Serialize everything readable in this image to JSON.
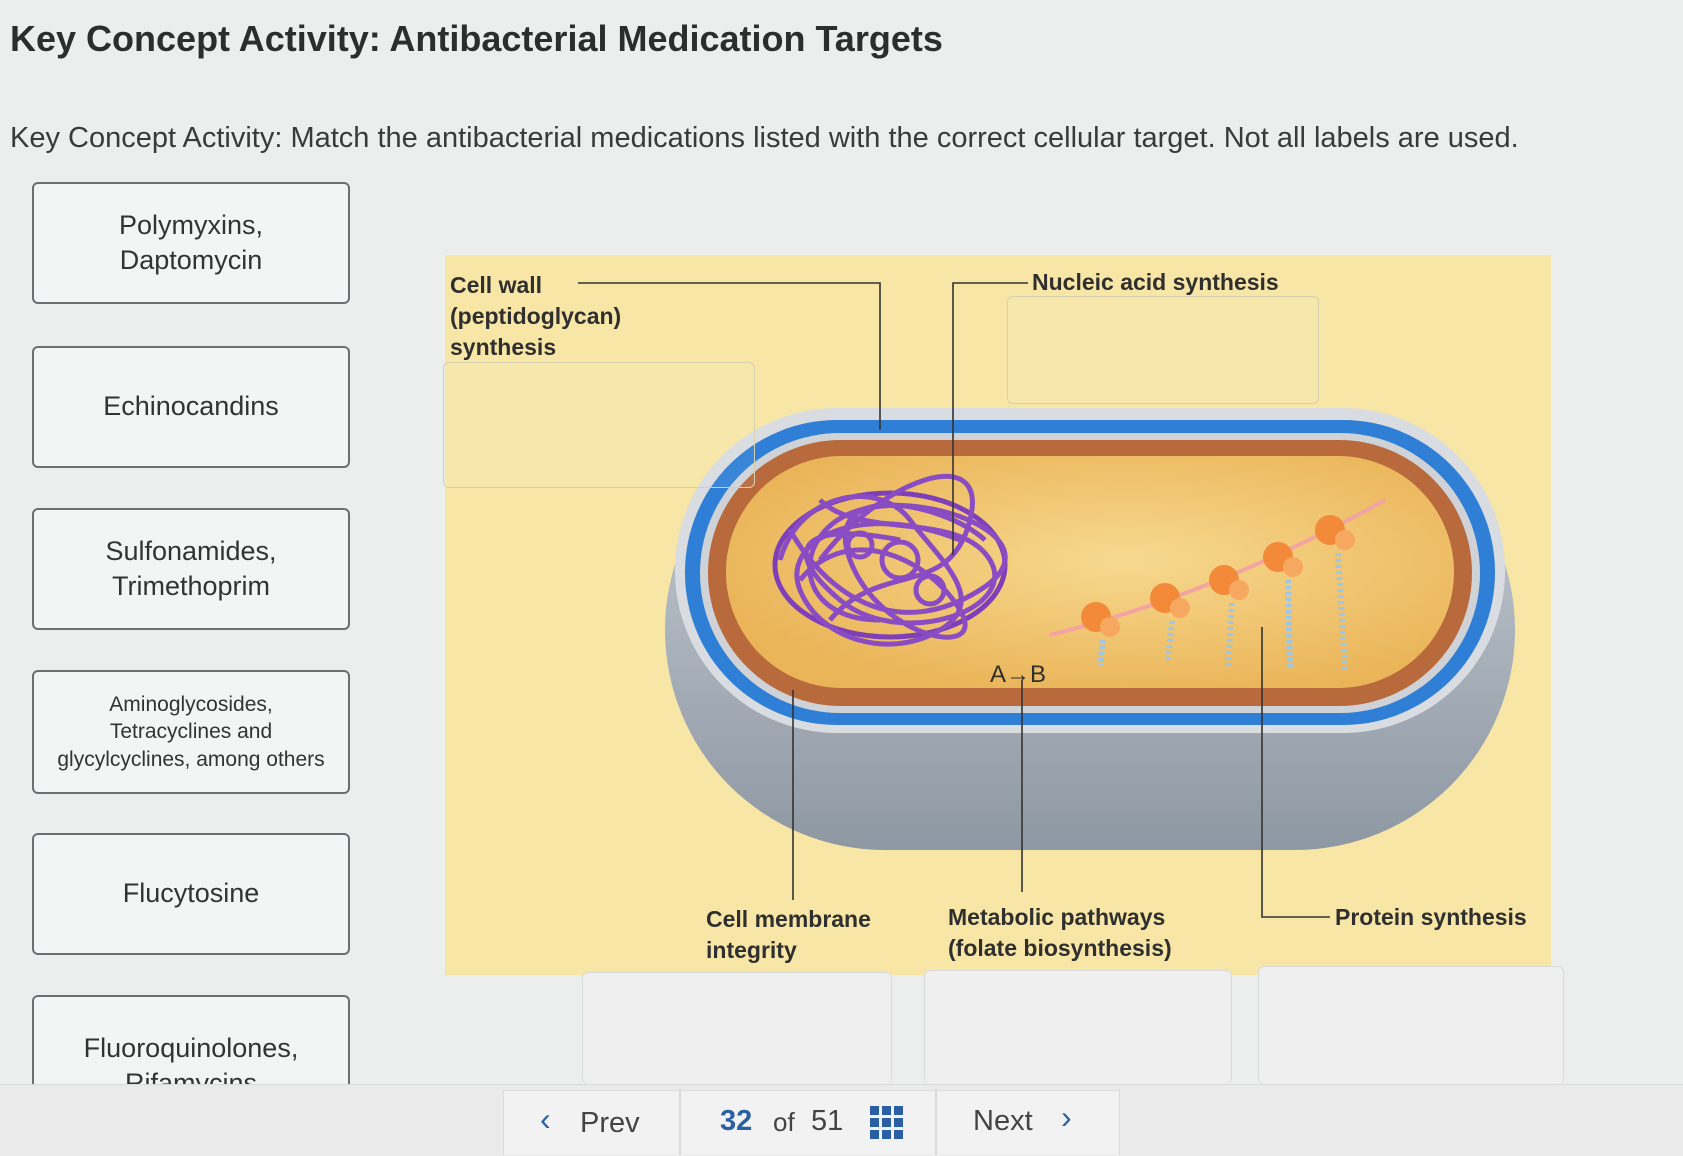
{
  "page": {
    "title": "Key Concept Activity: Antibacterial Medication Targets",
    "instructions": "Key Concept Activity: Match the antibacterial medications listed with the correct cellular target. Not all labels are used."
  },
  "labels": [
    {
      "line1": "Polymyxins,",
      "line2": "Daptomycin"
    },
    {
      "line1": "Echinocandins"
    },
    {
      "line1": "Sulfonamides,",
      "line2": "Trimethoprim"
    },
    {
      "line1": "Aminoglycosides,",
      "line2": "Tetracyclines and",
      "line3": "glycylcyclines, among others"
    },
    {
      "line1": "Flucytosine"
    },
    {
      "line1": "Fluoroquinolones,",
      "line2": "Rifamycins"
    }
  ],
  "diagram": {
    "targets": {
      "cell_wall": {
        "line1": "Cell wall",
        "line2": "(peptidoglycan)",
        "line3": "synthesis"
      },
      "nucleic_acid": "Nucleic acid synthesis",
      "cell_membrane": {
        "line1": "Cell membrane",
        "line2": "integrity"
      },
      "metabolic": {
        "line1": "Metabolic pathways",
        "line2": "(folate biosynthesis)"
      },
      "protein": "Protein synthesis"
    },
    "reaction_label": "A→B",
    "colors": {
      "background": "#f7e6a6",
      "cell_wall_blue": "#2f7fd6",
      "membrane_brown": "#b86a3c",
      "cytoplasm": "#f2c46a",
      "dna_purple": "#8a4cc2",
      "ribosome_orange": "#f28a3a"
    }
  },
  "nav": {
    "prev": "Prev",
    "current": "32",
    "of": "of",
    "total": "51",
    "next": "Next",
    "grid_icon": "grid-icon"
  }
}
